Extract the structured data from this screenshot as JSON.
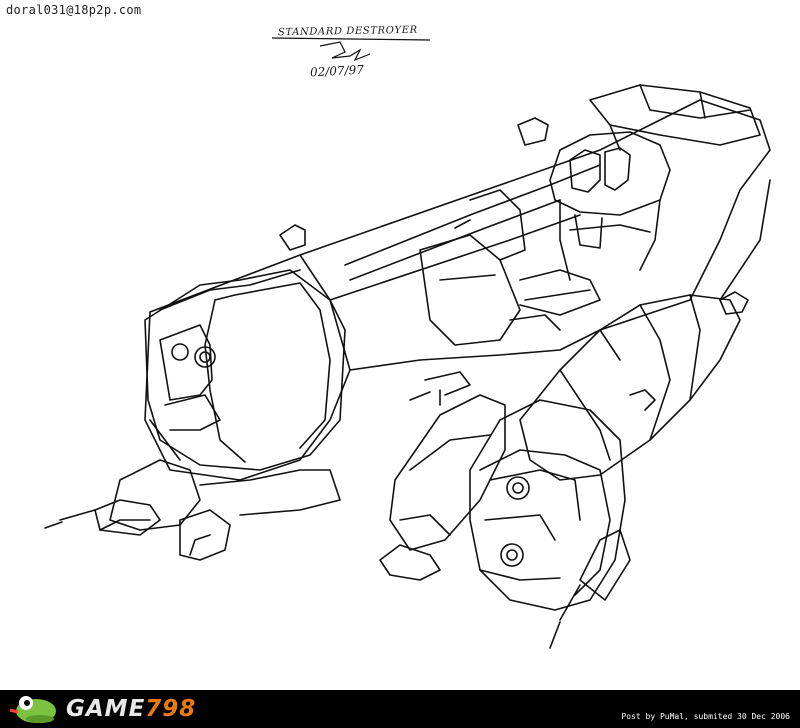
{
  "watermark_email": "doral031@18p2p.com",
  "sheet": {
    "title": "STANDARD DESTROYER",
    "signature": "signature",
    "date": "02/07/97"
  },
  "footer": {
    "logo_prefix": "GAME",
    "logo_number": "798",
    "credit": "Post by PuMal, submited 30 Dec 2006"
  },
  "colors": {
    "ink": "#111111",
    "footer_bg": "#000000",
    "logo_accent": "#e87a10",
    "logo_green": "#7cc242"
  },
  "icons": {
    "logo_mascot": "frog-mascot-icon"
  }
}
